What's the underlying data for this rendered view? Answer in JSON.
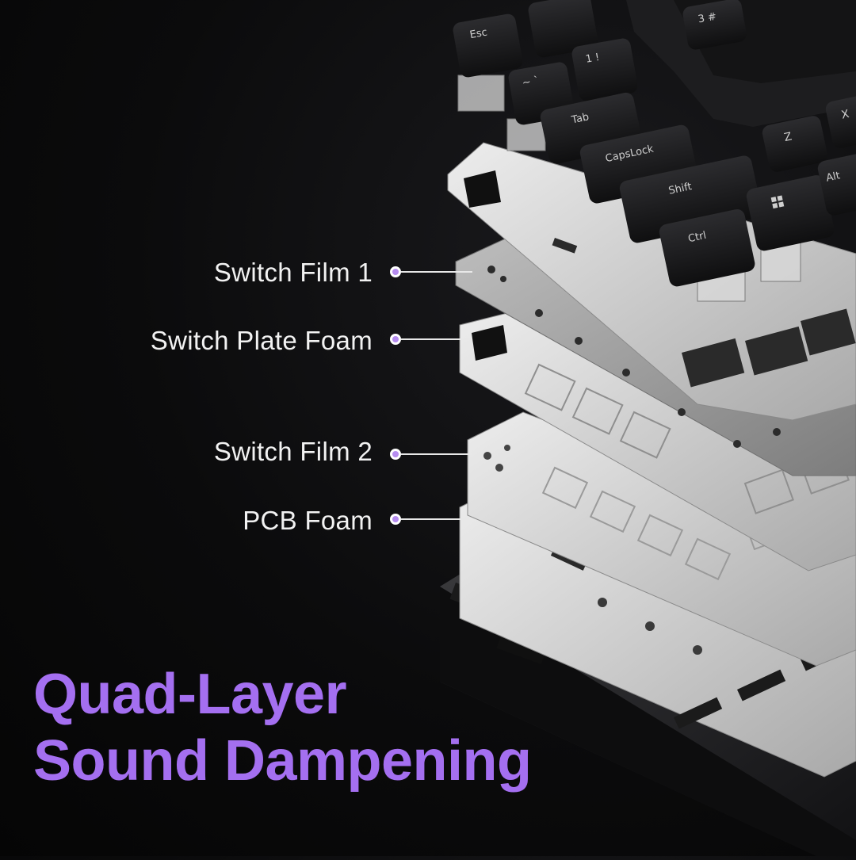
{
  "callouts": [
    {
      "label": "Switch Film 1"
    },
    {
      "label": "Switch Plate Foam"
    },
    {
      "label": "Switch Film 2"
    },
    {
      "label": "PCB Foam"
    }
  ],
  "headline": {
    "line1": "Quad-Layer",
    "line2": "Sound Dampening"
  },
  "keycaps": {
    "esc": "Esc",
    "tilde": "~ `",
    "one": "1 !",
    "three": "3 #",
    "tab": "Tab",
    "capslock": "CapsLock",
    "shift": "Shift",
    "ctrl": "Ctrl",
    "z": "Z",
    "x": "X",
    "alt": "Alt"
  },
  "colors": {
    "accent": "#a46ff0",
    "background": "#0b0b0c",
    "plate": "#d6d6d6",
    "keycap": "#1c1c1e"
  }
}
